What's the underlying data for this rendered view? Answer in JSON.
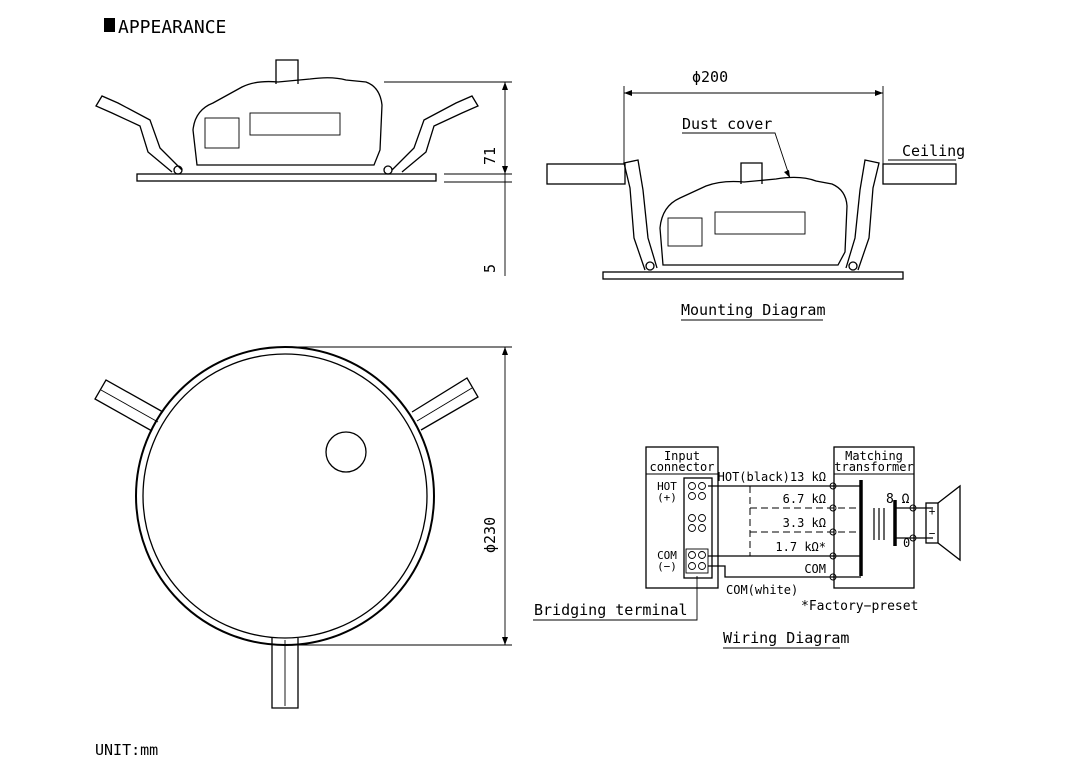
{
  "header": {
    "title": "APPEARANCE"
  },
  "dimensions": {
    "height": "71",
    "flange": "5",
    "cutout": "ϕ200",
    "diameter": "ϕ230"
  },
  "mounting": {
    "dust_cover": "Dust cover",
    "ceiling": "Ceiling",
    "caption": "Mounting Diagram"
  },
  "wiring": {
    "input_connector": [
      "Input",
      "connector"
    ],
    "matching_transformer": [
      "Matching",
      "transformer"
    ],
    "hot": [
      "HOT",
      "(+)"
    ],
    "com": [
      "COM",
      "(−)"
    ],
    "taps": [
      "HOT(black)13 kΩ",
      "6.7 kΩ",
      "3.3 kΩ",
      "1.7 kΩ*",
      "COM"
    ],
    "com_white": "COM(white)",
    "secondary": [
      "8 Ω",
      "0"
    ],
    "factory_preset": "*Factory−preset",
    "bridging_terminal": "Bridging terminal",
    "speaker_terminals": [
      "+",
      "−"
    ],
    "caption": "Wiring Diagram"
  },
  "footer": {
    "unit": "UNIT:mm"
  }
}
